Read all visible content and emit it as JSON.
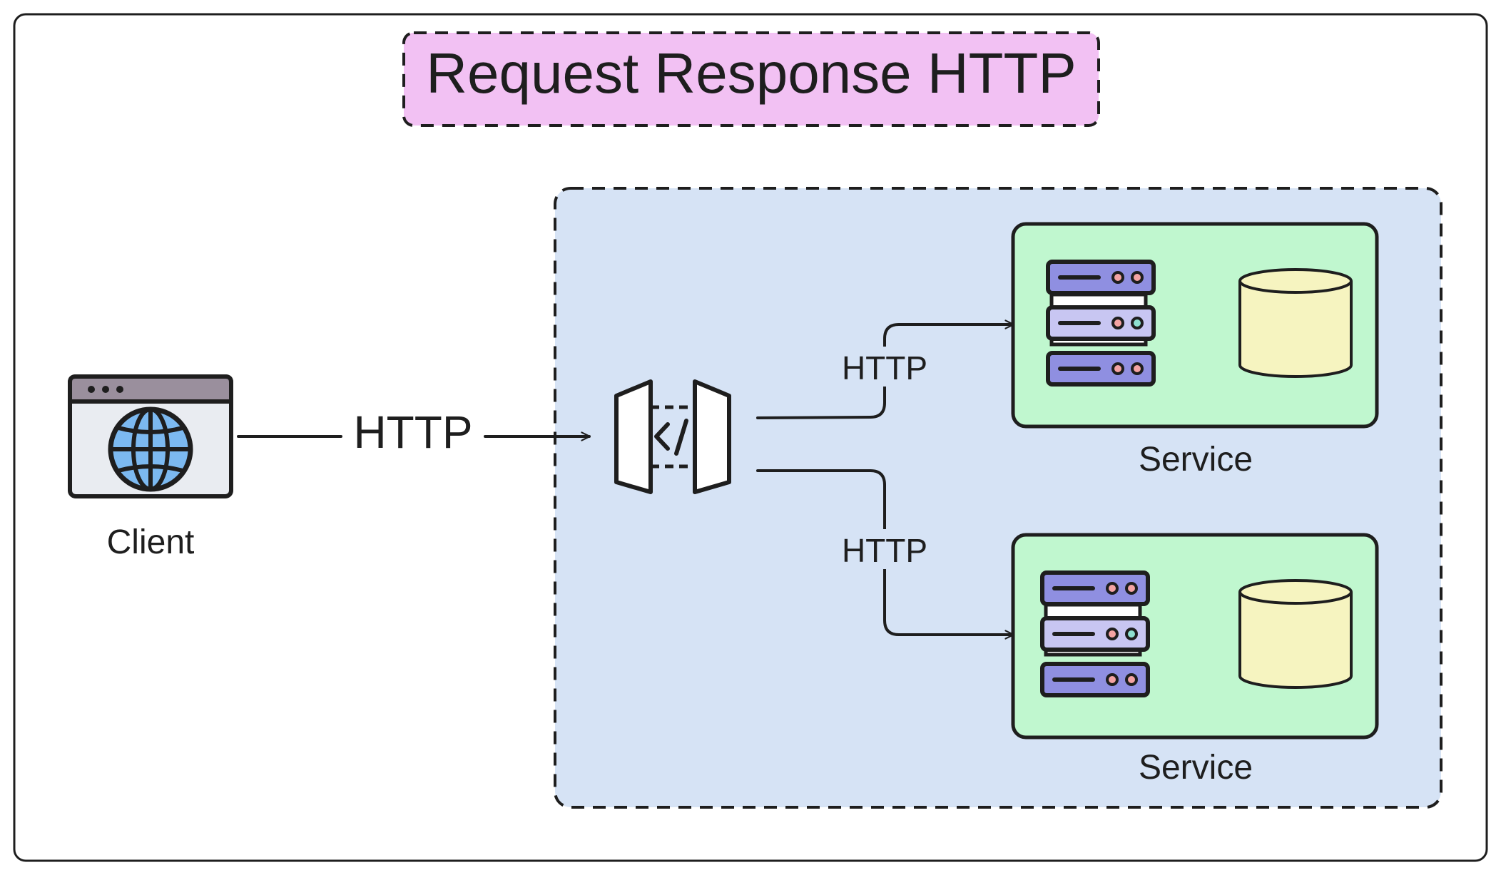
{
  "title": "Request Response HTTP",
  "client": {
    "label": "Client",
    "icon": "browser-globe-icon"
  },
  "gateway": {
    "icon": "api-gateway-icon"
  },
  "edges": {
    "client_to_gateway": "HTTP",
    "gateway_to_service_top": "HTTP",
    "gateway_to_service_bottom": "HTTP"
  },
  "services": [
    {
      "label": "Service",
      "server_icon": "server-rack-icon",
      "db_icon": "database-cylinder-icon"
    },
    {
      "label": "Service",
      "server_icon": "server-rack-icon",
      "db_icon": "database-cylinder-icon"
    }
  ],
  "colors": {
    "title_fill": "#f2c1f3",
    "cluster_fill": "#d6e3f5",
    "service_fill": "#c0f7cf",
    "database_fill": "#f6f4c0",
    "server_accent": "#8f8fe1",
    "globe_blue": "#7cb9f0",
    "stroke": "#1e1e1e"
  }
}
